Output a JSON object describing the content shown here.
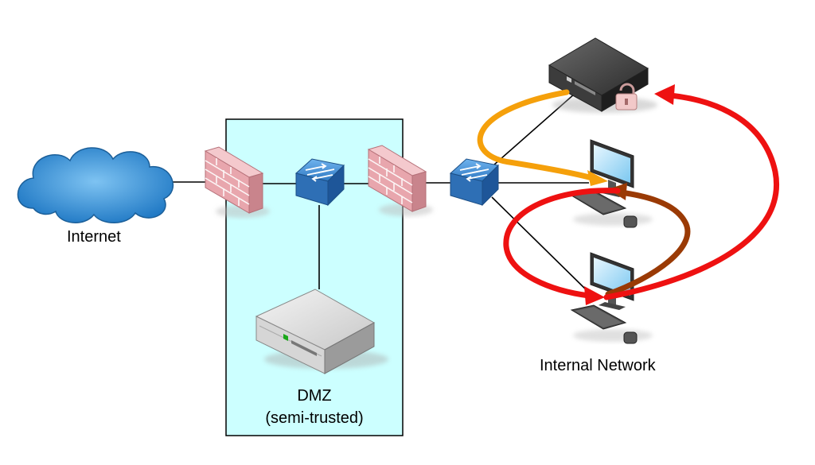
{
  "labels": {
    "internet": "Internet",
    "dmz": "DMZ",
    "dmz_note": "(semi-trusted)",
    "internal": "Internal Network"
  },
  "colors": {
    "dmz_fill": "#ccffff",
    "cloud": "#2e8fd6",
    "firewall": "#e8a6ad",
    "switch": "#3d87cf",
    "arrow_orange": "#f5a00b",
    "arrow_brown": "#9a3a05",
    "arrow_red": "#ee1111"
  },
  "nodes": [
    "cloud-icon",
    "firewall-icon",
    "switch-icon",
    "server-icon",
    "secure-server-icon",
    "workstation-icon"
  ]
}
